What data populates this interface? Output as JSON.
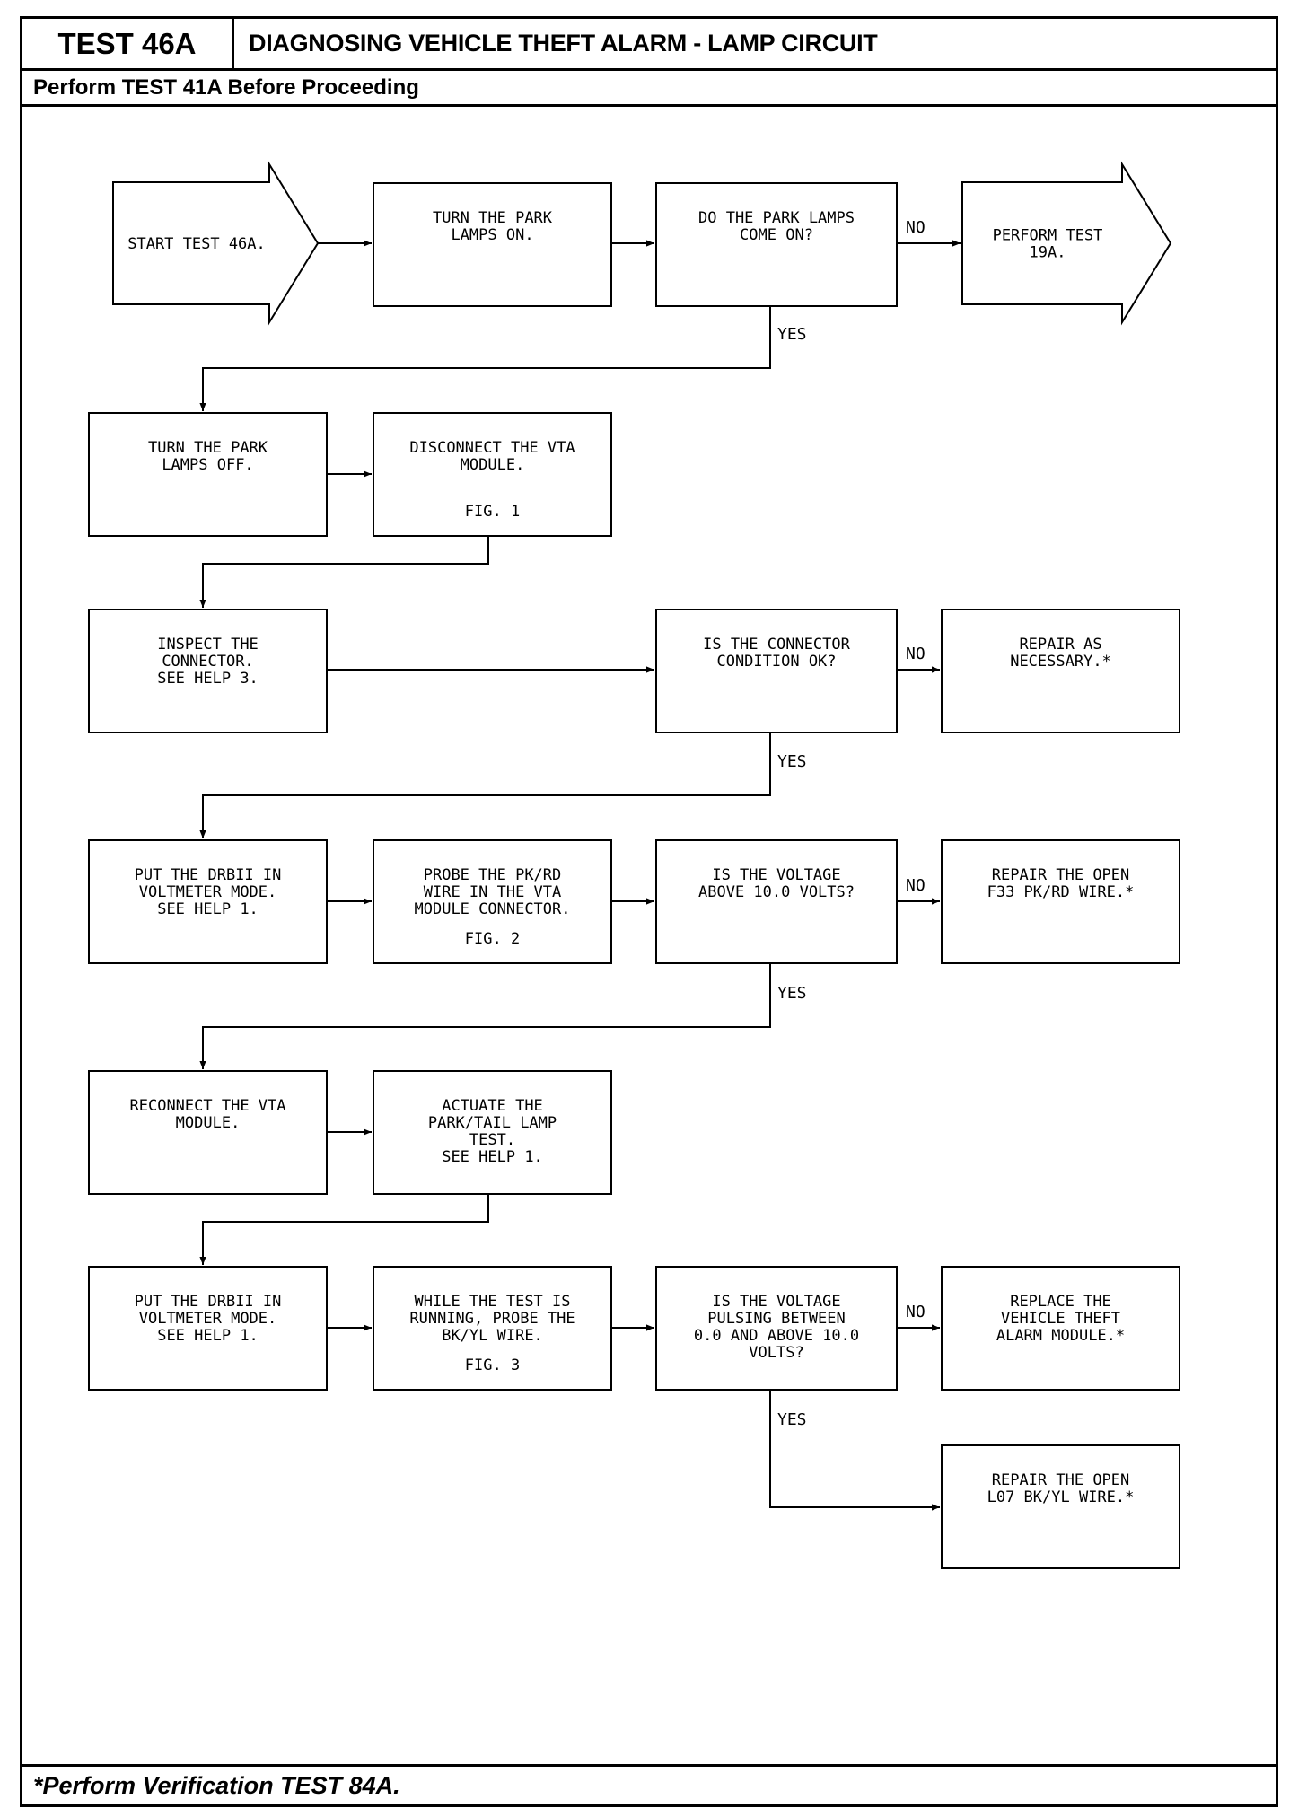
{
  "header": {
    "test_id": "TEST 46A",
    "title": "DIAGNOSING VEHICLE THEFT ALARM - LAMP CIRCUIT",
    "prerequisite": "Perform TEST 41A Before Proceeding"
  },
  "footer": "*Perform Verification TEST 84A.",
  "flowchart": {
    "nodes": {
      "start": [
        "START TEST 46A."
      ],
      "turn_on": [
        "TURN THE PARK",
        "LAMPS ON."
      ],
      "q_lamps": [
        "DO THE PARK LAMPS",
        "COME ON?"
      ],
      "perform_19a": [
        "PERFORM TEST",
        "19A."
      ],
      "turn_off": [
        "TURN THE PARK",
        "LAMPS OFF."
      ],
      "disconnect": [
        "DISCONNECT THE VTA",
        "MODULE."
      ],
      "disconnect_fig": "FIG. 1",
      "inspect": [
        "INSPECT THE",
        "CONNECTOR.",
        "SEE HELP 3."
      ],
      "q_connector": [
        "IS THE CONNECTOR",
        "CONDITION OK?"
      ],
      "repair_necessary": [
        "REPAIR AS",
        "NECESSARY.*"
      ],
      "drbii_1": [
        "PUT THE DRBII IN",
        "VOLTMETER MODE.",
        "SEE HELP 1."
      ],
      "probe_pkrd": [
        "PROBE THE PK/RD",
        "WIRE IN THE VTA",
        "MODULE CONNECTOR."
      ],
      "probe_pkrd_fig": "FIG. 2",
      "q_voltage": [
        "IS THE VOLTAGE",
        "ABOVE 10.0 VOLTS?"
      ],
      "repair_f33": [
        "REPAIR THE OPEN",
        "F33 PK/RD WIRE.*"
      ],
      "reconnect": [
        "RECONNECT THE VTA",
        "MODULE."
      ],
      "actuate": [
        "ACTUATE THE",
        "PARK/TAIL LAMP",
        "TEST.",
        "SEE HELP 1."
      ],
      "drbii_2": [
        "PUT THE DRBII IN",
        "VOLTMETER MODE.",
        "SEE HELP 1."
      ],
      "probe_bkyl": [
        "WHILE THE TEST IS",
        "RUNNING, PROBE THE",
        "BK/YL WIRE."
      ],
      "probe_bkyl_fig": "FIG. 3",
      "q_pulsing": [
        "IS THE VOLTAGE",
        "PULSING BETWEEN",
        "0.0 AND ABOVE 10.0",
        "VOLTS?"
      ],
      "replace_module": [
        "REPLACE THE",
        "VEHICLE THEFT",
        "ALARM MODULE.*"
      ],
      "repair_l07": [
        "REPAIR THE OPEN",
        "L07 BK/YL WIRE.*"
      ]
    },
    "labels": {
      "yes": "YES",
      "no": "NO"
    }
  }
}
